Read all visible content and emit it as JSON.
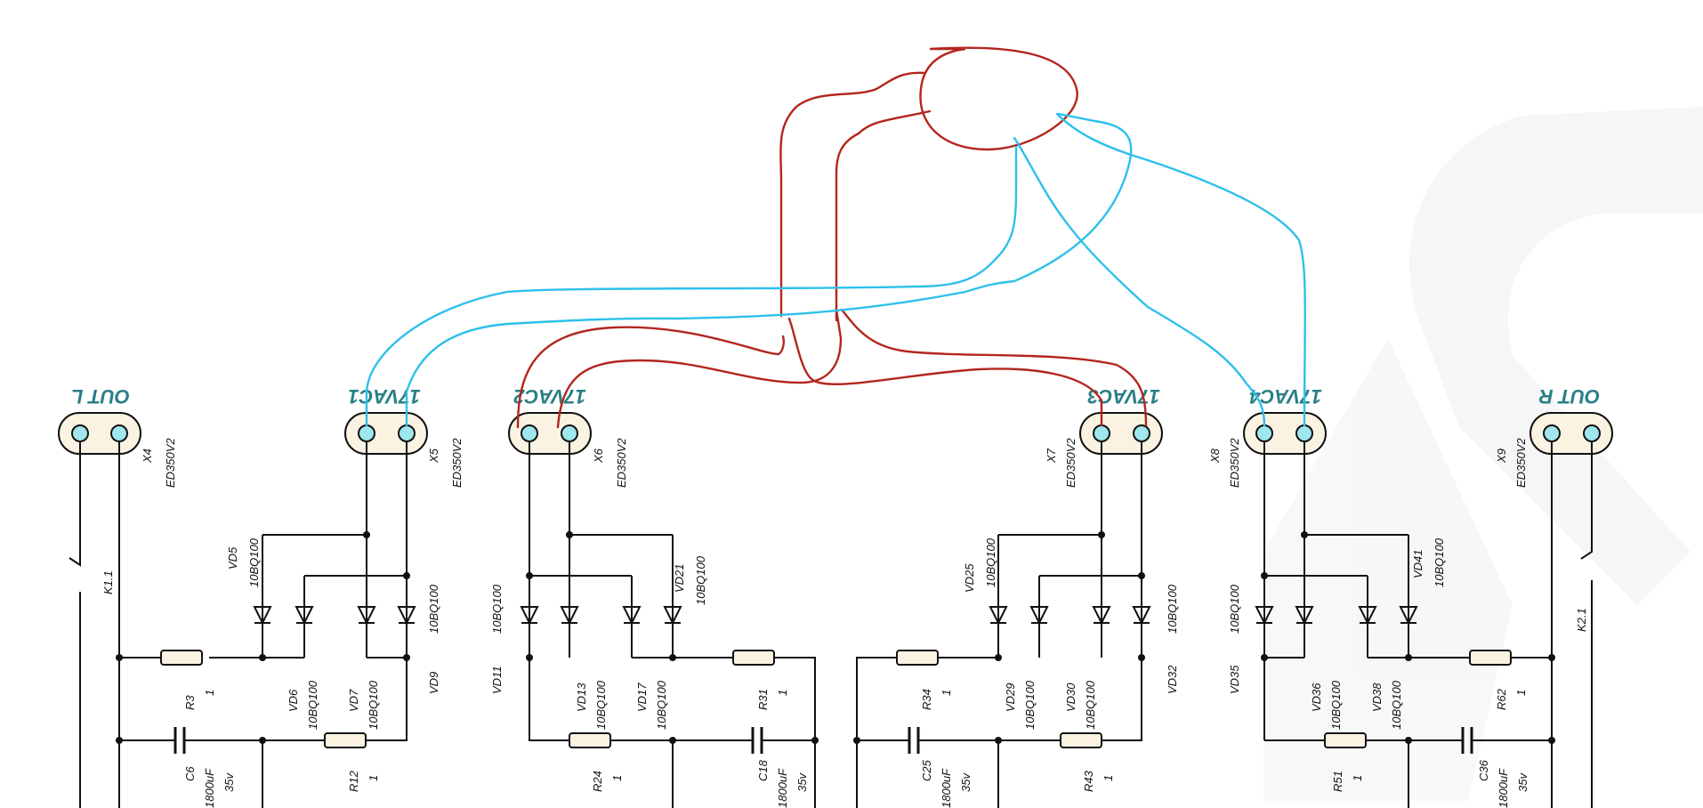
{
  "colors": {
    "wire": "#111111",
    "connector_body": "#faf3e2",
    "pin_fill": "#9fe6ee",
    "red_overlay": "#b3261e",
    "blue_overlay": "#2ec0ea",
    "title": "#2a7f86",
    "watermark": "#eeeeee"
  },
  "connectors": [
    {
      "title": "OUT L",
      "ref": "X4",
      "part": "ED350V2"
    },
    {
      "title": "17VAC1",
      "ref": "X5",
      "part": "ED350V2"
    },
    {
      "title": "17VAC2",
      "ref": "X6",
      "part": "ED350V2"
    },
    {
      "title": "17VAC3",
      "ref": "X7",
      "part": "ED350V2"
    },
    {
      "title": "17VAC4",
      "ref": "X8",
      "part": "ED350V2"
    },
    {
      "title": "OUT R",
      "ref": "X9",
      "part": "ED350V2"
    }
  ],
  "switches": [
    {
      "ref": "K1.1"
    },
    {
      "ref": "K2.1"
    }
  ],
  "diode_part": "10BQ100",
  "diodes": [
    "VD5",
    "VD6",
    "VD7",
    "VD9",
    "VD11",
    "VD13",
    "VD17",
    "VD21",
    "VD25",
    "VD29",
    "VD30",
    "VD32",
    "VD35",
    "VD36",
    "VD38",
    "VD41"
  ],
  "resistors": [
    {
      "ref": "R3",
      "value": "1"
    },
    {
      "ref": "R12",
      "value": "1"
    },
    {
      "ref": "R24",
      "value": "1"
    },
    {
      "ref": "R31",
      "value": "1"
    },
    {
      "ref": "R34",
      "value": "1"
    },
    {
      "ref": "R43",
      "value": "1"
    },
    {
      "ref": "R51",
      "value": "1"
    },
    {
      "ref": "R62",
      "value": "1"
    }
  ],
  "capacitors": [
    {
      "ref": "C6",
      "value": "1800uF",
      "voltage": "35v"
    },
    {
      "ref": "C18",
      "value": "1800uF",
      "voltage": "35v"
    },
    {
      "ref": "C25",
      "value": "1800uF",
      "voltage": "35v"
    },
    {
      "ref": "C36",
      "value": "1800uF",
      "voltage": "35v"
    }
  ]
}
